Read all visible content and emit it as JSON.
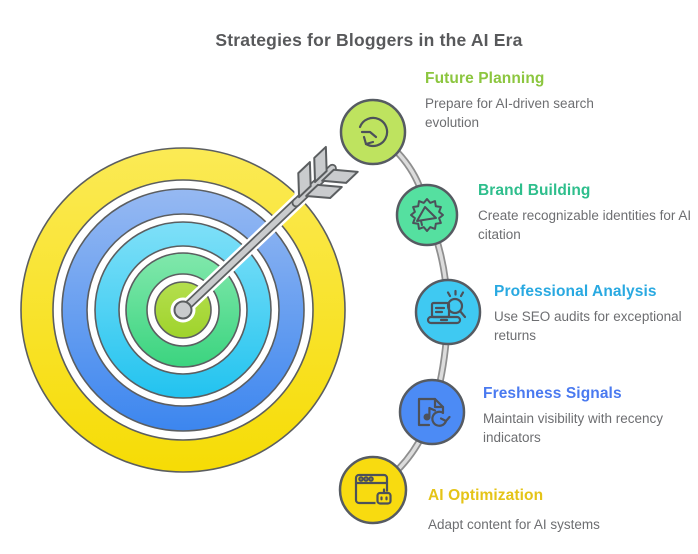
{
  "title": "Strategies for Bloggers in the AI Era",
  "colors": {
    "title_text": "#58595B",
    "description_text": "#6D6E71",
    "connector_edge": "#8F8F8F",
    "connector_core": "#DCDCDC",
    "icon_outline": "#4C515A",
    "circle_outline": "#565B62",
    "arrow_fill": "#C9CBCD",
    "arrow_outline": "#5B5E60"
  },
  "target": {
    "rings": [
      {
        "name": "outer-yellow-ring",
        "top": "#FBEA55",
        "bottom": "#F6DC05"
      },
      {
        "name": "blue-ring",
        "top": "#96B9F2",
        "bottom": "#3C86EF"
      },
      {
        "name": "cyan-ring",
        "top": "#7FE0F8",
        "bottom": "#22C3EF"
      },
      {
        "name": "green-ring",
        "top": "#81E8AC",
        "bottom": "#3BD47F"
      },
      {
        "name": "bullseye-lime",
        "top": "#B4DF4E",
        "bottom": "#9FD32B"
      }
    ]
  },
  "items": [
    {
      "heading": "Future Planning",
      "description": "Prepare for AI-driven search evolution",
      "accent": "#8CC63F",
      "circle_fill": "#BEE35F",
      "icon": "history-clock-icon"
    },
    {
      "heading": "Brand Building",
      "description": "Create recognizable identities for AI citation",
      "accent": "#2EBE8C",
      "circle_fill": "#55E0A0",
      "icon": "megaphone-badge-icon"
    },
    {
      "heading": "Professional Analysis",
      "description": "Use SEO audits for exceptional returns",
      "accent": "#29A9E1",
      "circle_fill": "#3FC9F2",
      "icon": "laptop-search-icon"
    },
    {
      "heading": "Freshness Signals",
      "description": "Maintain visibility with recency indicators",
      "accent": "#4A7AF0",
      "circle_fill": "#4C8BF5",
      "icon": "media-refresh-icon"
    },
    {
      "heading": "AI Optimization",
      "description": "Adapt content for AI systems",
      "accent": "#E5C417",
      "circle_fill": "#F8DB10",
      "icon": "browser-robot-icon"
    }
  ]
}
